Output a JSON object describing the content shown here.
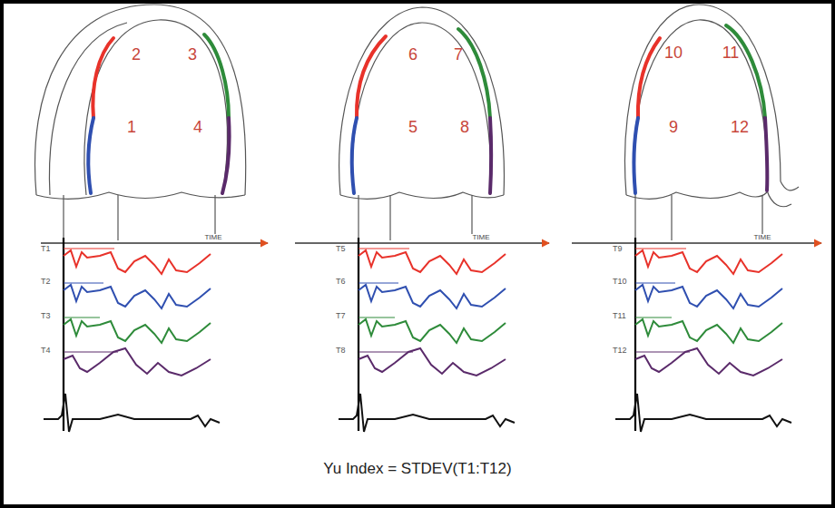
{
  "diagram": {
    "caption": "Yu Index = STDEV(T1:T12)",
    "labels": [
      "2",
      "3",
      "1",
      "4",
      "TIME",
      "T1",
      "T2",
      "T3",
      "T4",
      "6",
      "7",
      "5",
      "8",
      "TIME",
      "T5",
      "T6",
      "T7",
      "T8",
      "10",
      "11",
      "9",
      "12",
      "TIME",
      "T9",
      "T10",
      "T11",
      "T12"
    ]
  }
}
